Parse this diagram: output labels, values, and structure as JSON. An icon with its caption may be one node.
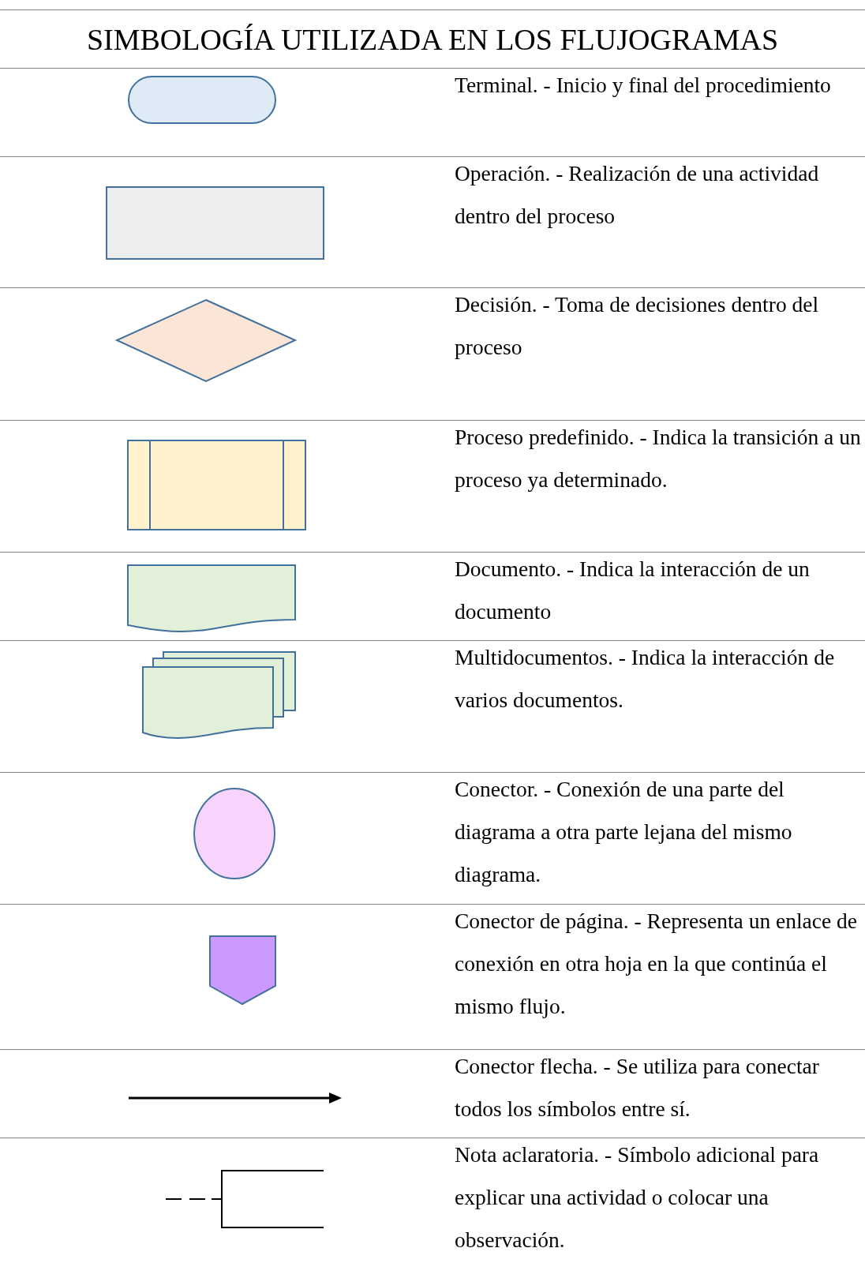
{
  "diagram": {
    "title": "SIMBOLOGÍA UTILIZADA EN LOS FLUJOGRAMAS",
    "nodes": [
      {
        "text": [],
        "shape": "stadium"
      },
      {
        "text": [],
        "shape": "rectangle"
      },
      {
        "text": [],
        "shape": "diamond"
      },
      {
        "text": [],
        "shape": "box"
      },
      {
        "text": [],
        "shape": "document"
      },
      {
        "text": [],
        "shape": "documents"
      },
      {
        "text": [],
        "shape": "circle"
      },
      {
        "text": [],
        "shape": "pentagon"
      },
      {
        "text": [],
        "shape": "arrow"
      },
      {
        "text": [],
        "shape": "bracket"
      }
    ],
    "labels": [
      "Terminal. - Inicio y final del procedimiento",
      "Operación. - Realización de una actividad dentro del proceso",
      "Decisión. - Toma de decisiones dentro del proceso",
      "Proceso predefinido. - Indica la transición a un proceso ya determinado.",
      "Documento. - Indica la interacción de un documento",
      "Multidocumentos. - Indica la interacción de varios documentos.",
      "Conector. - Conexión de una parte del diagrama a otra parte lejana del mismo diagrama.",
      "Conector de página. - Representa un enlace de conexión en otra hoja en la que continúa el mismo flujo.",
      "Conector flecha. - Se utiliza para conectar todos los símbolos entre sí.",
      "Nota aclaratoria. - Símbolo adicional para explicar una actividad o colocar una observación."
    ]
  }
}
